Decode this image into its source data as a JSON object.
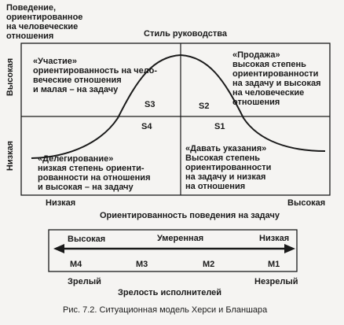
{
  "y_axis": {
    "title_lines": [
      "Поведение,",
      "ориентированное",
      "на человеческие",
      "отношения"
    ],
    "high": "Высокая",
    "low": "Низкая"
  },
  "style_title": "Стиль руководства",
  "quadrants": {
    "s3": {
      "code": "S3",
      "lines": [
        "«Участие»",
        "ориентированность на чело-",
        "веческие отношения",
        "и малая – на задачу"
      ]
    },
    "s2": {
      "code": "S2",
      "lines": [
        "«Продажа»",
        "высокая степень",
        "ориентированности",
        "на задачу и высокая",
        "на человеческие",
        "отношения"
      ]
    },
    "s4": {
      "code": "S4",
      "lines": [
        "«Делегирование»",
        "низкая степень ориенти-",
        "рованности на отношения",
        "и высокая – на задачу"
      ]
    },
    "s1": {
      "code": "S1",
      "lines": [
        "«Давать указания»",
        "Высокая степень",
        "ориентированности",
        "на задачу и низкая",
        "на отношения"
      ]
    }
  },
  "x_axis": {
    "low": "Низкая",
    "high": "Высокая",
    "title": "Ориентированность поведения на задачу"
  },
  "maturity_scale": {
    "high": "Высокая",
    "moderate": "Умеренная",
    "low": "Низкая",
    "levels": [
      "M4",
      "M3",
      "M2",
      "M1"
    ],
    "mature": "Зрелый",
    "immature": "Незрелый",
    "title": "Зрелость исполнителей"
  },
  "caption": "Рис. 7.2. Ситуационная модель Херси и Бланшара"
}
